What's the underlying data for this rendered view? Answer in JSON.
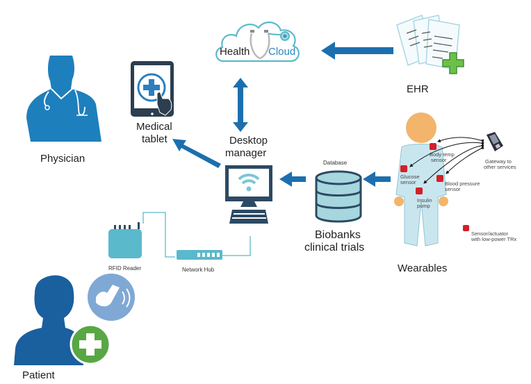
{
  "diagram": {
    "title": "Healthcare IoT system overview",
    "colors": {
      "arrow_blue": "#1c6fae",
      "icon_blue": "#1e7fbd",
      "patient_blue": "#1a5f9e",
      "teal": "#5bb9cc",
      "dark_slate": "#2c4a63",
      "green_plus": "#58a744",
      "sensor_red": "#d42027"
    },
    "nodes": {
      "health_cloud": {
        "label_part1": "Health",
        "label_part2": "Cloud",
        "icon": "cloud-stethoscope-icon"
      },
      "ehr": {
        "label": "EHR",
        "icon": "documents-plus-icon"
      },
      "physician": {
        "label": "Physician",
        "icon": "doctor-silhouette-icon"
      },
      "medical_tablet": {
        "label_line1": "Medical",
        "label_line2": "tablet",
        "icon": "tablet-plus-icon"
      },
      "desktop_manager": {
        "label_line1": "Desktop",
        "label_line2": "manager",
        "icon": "desktop-wifi-icon"
      },
      "database": {
        "caption": "Database",
        "label_line1": "Biobanks",
        "label_line2": "clinical trials",
        "icon": "database-icon"
      },
      "wearables": {
        "label": "Wearables",
        "icon": "human-figure-icon"
      },
      "rfid_reader": {
        "label": "RFID Reader",
        "icon": "rfid-reader-icon"
      },
      "network_hub": {
        "label": "Network Hub",
        "icon": "network-hub-icon"
      },
      "patient": {
        "label": "Patient",
        "icon": "patient-silhouette-icon"
      }
    },
    "wearable_sensors": [
      {
        "label_line1": "Body temp",
        "label_line2": "sensor"
      },
      {
        "label_line1": "Glucose",
        "label_line2": "sensor"
      },
      {
        "label_line1": "Blood pressure",
        "label_line2": "sensor"
      },
      {
        "label_line1": "Insulin",
        "label_line2": "pump"
      }
    ],
    "gateway": {
      "label_line1": "Gateway to",
      "label_line2": "other services",
      "icon": "pda-phone-icon"
    },
    "legend": {
      "label_line1": "Sensor/actuator",
      "label_line2": "with low-power TRx",
      "icon": "sensor-node-icon"
    },
    "connections": [
      {
        "from": "EHR",
        "to": "Health Cloud",
        "direction": "one-way"
      },
      {
        "from": "Health Cloud",
        "to": "Desktop manager",
        "direction": "two-way"
      },
      {
        "from": "Desktop manager",
        "to": "Medical tablet",
        "direction": "one-way"
      },
      {
        "from": "Biobanks clinical trials",
        "to": "Desktop manager",
        "direction": "one-way"
      },
      {
        "from": "Wearables",
        "to": "Biobanks clinical trials",
        "direction": "one-way"
      },
      {
        "from": "RFID Reader",
        "to": "Network Hub",
        "direction": "one-way"
      },
      {
        "from": "Network Hub",
        "to": "Desktop manager",
        "direction": "one-way"
      }
    ]
  }
}
